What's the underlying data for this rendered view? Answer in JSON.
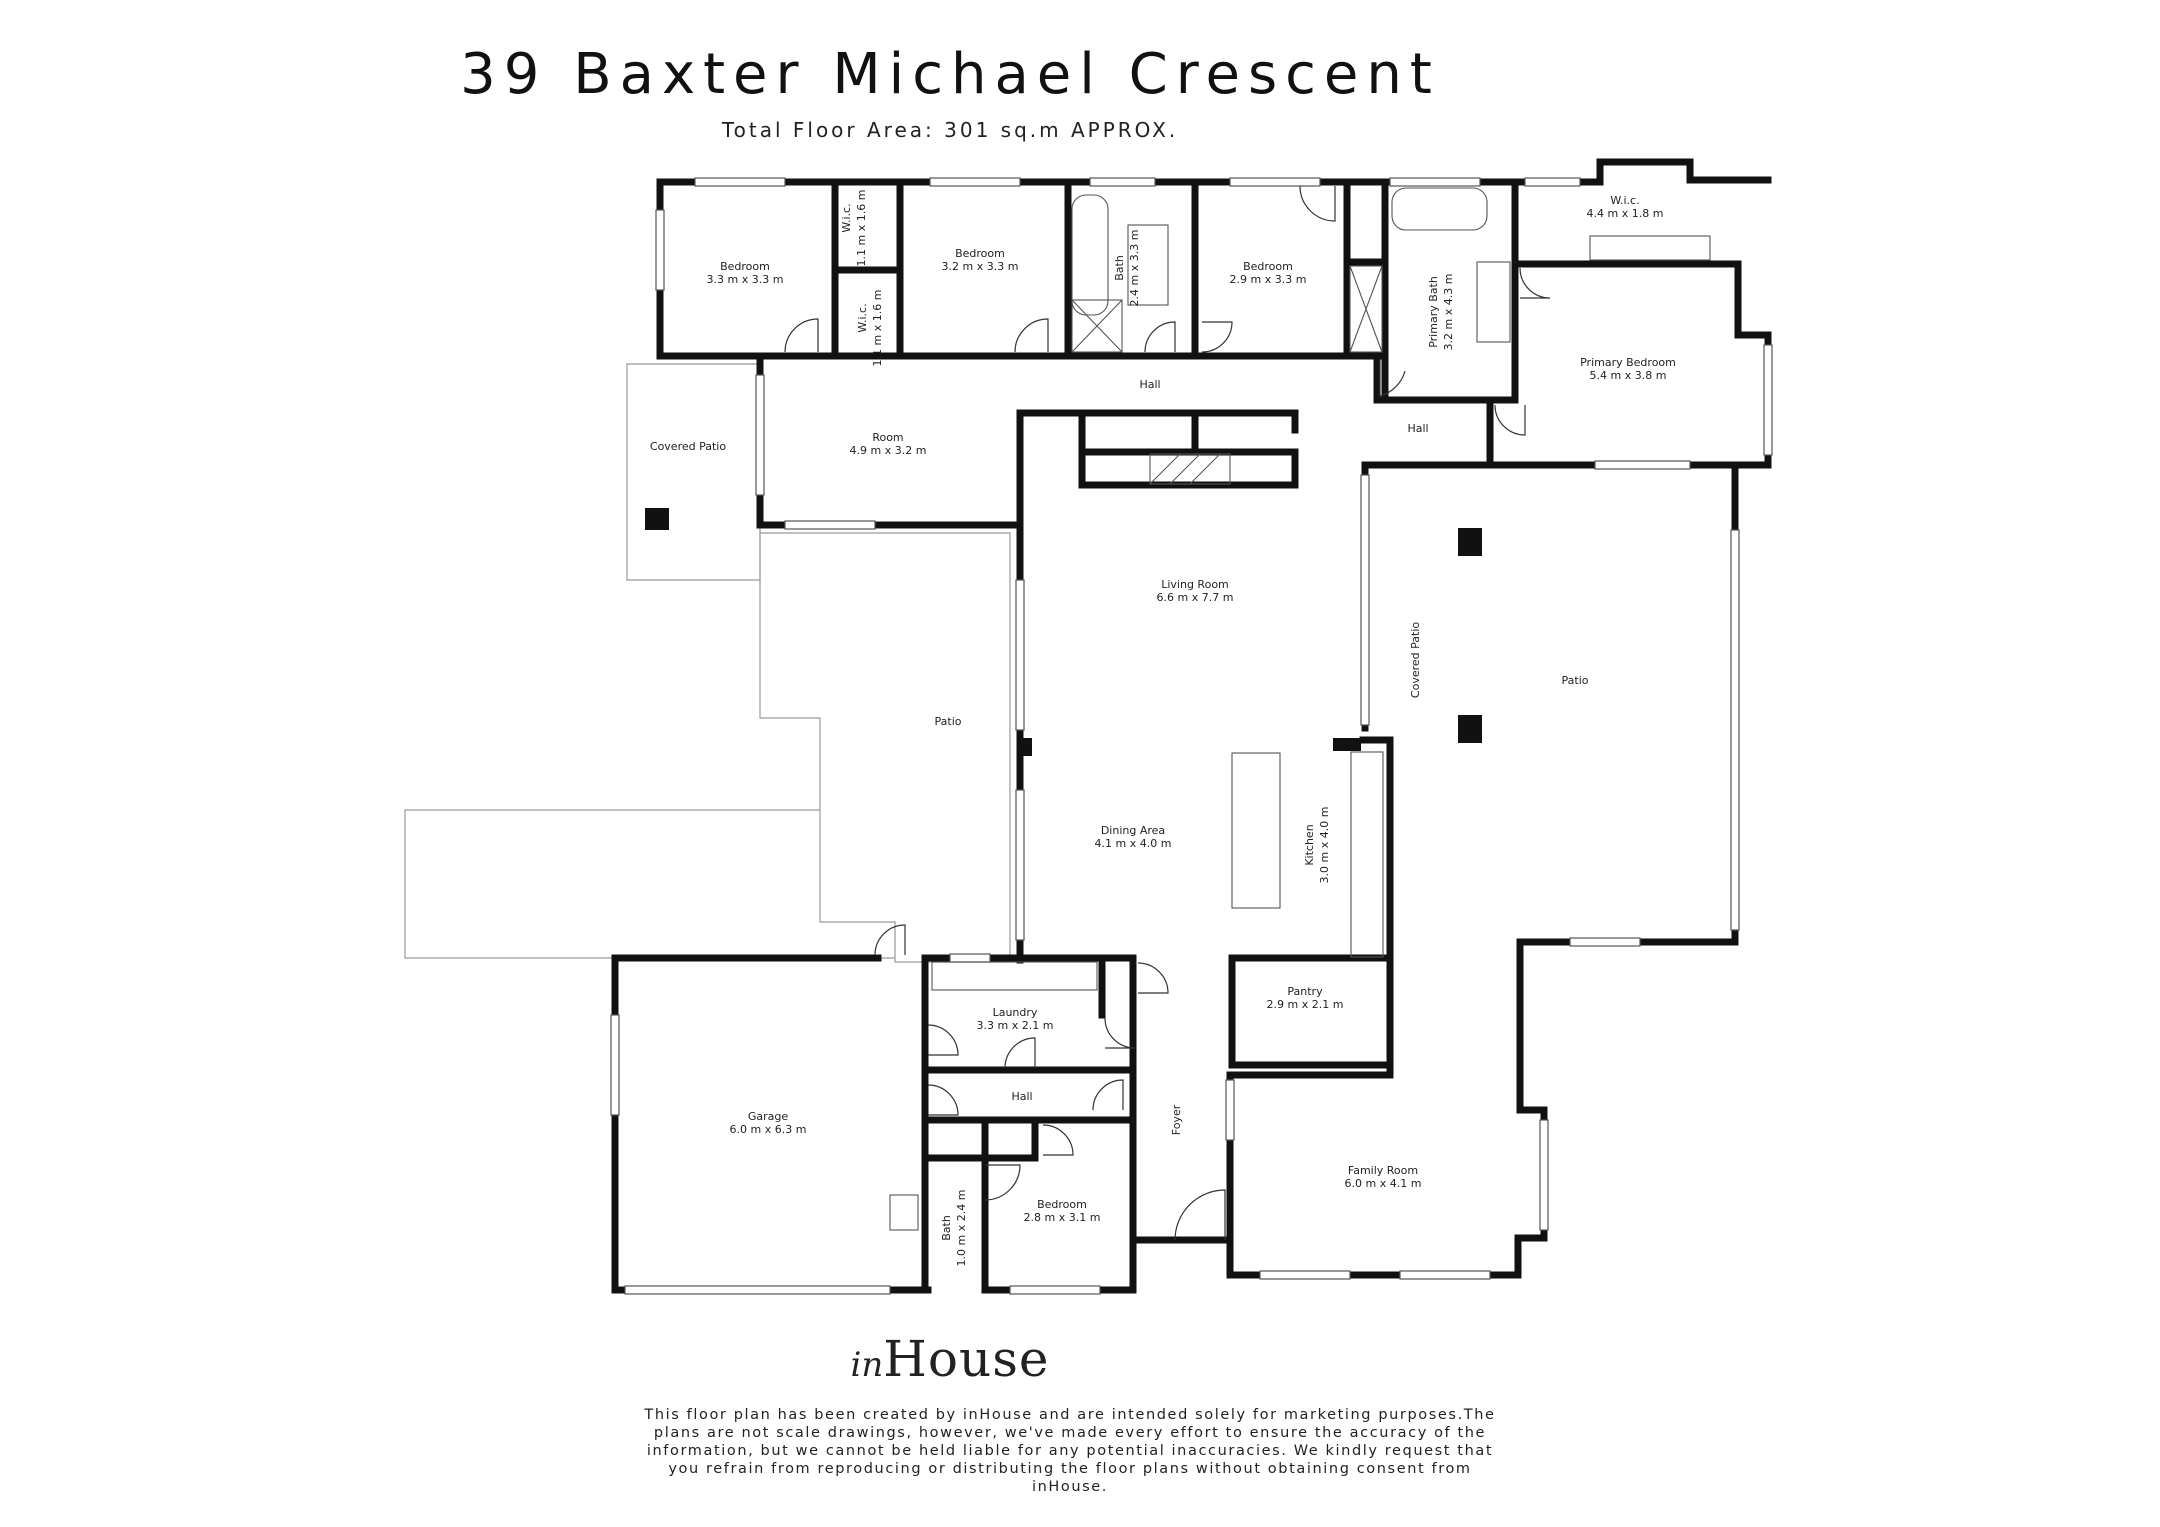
{
  "header": {
    "address": "39 Baxter Michael Crescent",
    "total_area": "Total Floor Area: 301 sq.m APPROX."
  },
  "rooms": {
    "bedroom_1": {
      "name": "Bedroom",
      "size": "3.3 m x 3.3 m"
    },
    "wic_1": {
      "name": "W.i.c.",
      "size": "1.1 m x 1.6 m"
    },
    "wic_2": {
      "name": "W.i.c.",
      "size": "1.1 m x 1.6 m"
    },
    "bedroom_2": {
      "name": "Bedroom",
      "size": "3.2 m x 3.3 m"
    },
    "bath_1": {
      "name": "Bath",
      "size": "2.4 m x 3.3 m"
    },
    "bedroom_3": {
      "name": "Bedroom",
      "size": "2.9 m x 3.3 m"
    },
    "primary_bath": {
      "name": "Primary Bath",
      "size": "3.2 m x 4.3 m"
    },
    "wic_3": {
      "name": "W.i.c.",
      "size": "4.4 m x 1.8 m"
    },
    "primary_bedroom": {
      "name": "Primary Bedroom",
      "size": "5.4 m x 3.8 m"
    },
    "hall_top": {
      "name": "Hall"
    },
    "hall_right": {
      "name": "Hall"
    },
    "covered_patio_left": {
      "name": "Covered Patio"
    },
    "room": {
      "name": "Room",
      "size": "4.9 m x 3.2 m"
    },
    "living_room": {
      "name": "Living Room",
      "size": "6.6 m x 7.7 m"
    },
    "covered_patio_right": {
      "name": "Covered Patio"
    },
    "patio_right": {
      "name": "Patio"
    },
    "patio_left": {
      "name": "Patio"
    },
    "dining_area": {
      "name": "Dining Area",
      "size": "4.1 m x 4.0 m"
    },
    "kitchen": {
      "name": "Kitchen",
      "size": "3.0 m x 4.0 m"
    },
    "laundry": {
      "name": "Laundry",
      "size": "3.3 m x 2.1 m"
    },
    "pantry": {
      "name": "Pantry",
      "size": "2.9 m x 2.1 m"
    },
    "garage": {
      "name": "Garage",
      "size": "6.0 m x 6.3 m"
    },
    "hall_bottom": {
      "name": "Hall"
    },
    "foyer": {
      "name": "Foyer"
    },
    "family_room": {
      "name": "Family Room",
      "size": "6.0 m x 4.1 m"
    },
    "bath_2": {
      "name": "Bath",
      "size": "1.0 m x 2.4 m"
    },
    "bedroom_4": {
      "name": "Bedroom",
      "size": "2.8 m x 3.1 m"
    }
  },
  "brand": {
    "logo_text_script": "in",
    "logo_text_main": "House"
  },
  "disclaimer": "This floor plan has been created by inHouse and are intended solely for marketing purposes.The plans are not scale drawings, however, we've made every effort to ensure the accuracy of the information, but we cannot be held liable for any potential inaccuracies. We kindly request that you refrain from reproducing or distributing the floor plans without obtaining consent from inHouse."
}
